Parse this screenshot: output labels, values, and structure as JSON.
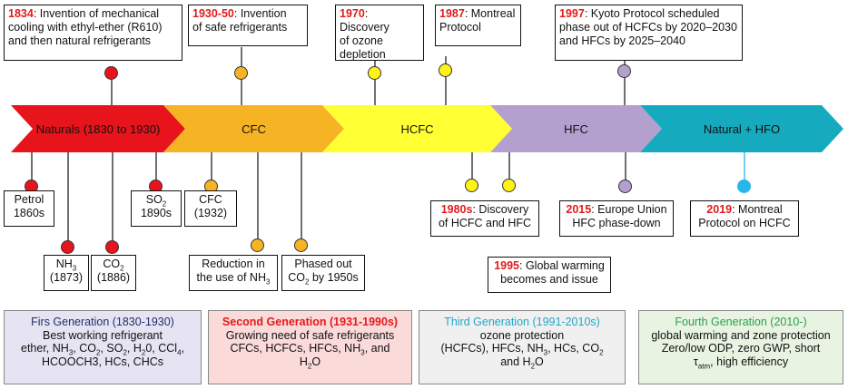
{
  "timeline": {
    "segments": [
      {
        "label": "Naturals (1830 to 1930)",
        "color": "#e8141b"
      },
      {
        "label": "CFC",
        "color": "#f6b424"
      },
      {
        "label": "HCFC",
        "color": "#ffff33"
      },
      {
        "label": "HFC",
        "color": "#b4a0cf"
      },
      {
        "label": "Natural + HFO",
        "color": "#16aabf"
      }
    ]
  },
  "top_events": {
    "e1834": {
      "year": "1834",
      "line1": ": Invention of mechanical",
      "line2": "cooling with  ethyl-ether (R610)",
      "line3": "and then natural refrigerants"
    },
    "e1930": {
      "year": "1930-50",
      "line1": ": Invention",
      "line2": "of safe refrigerants"
    },
    "e1970": {
      "year": "1970",
      "line1": ": Discovery",
      "line2": "of ozone",
      "line3": "depletion"
    },
    "e1987": {
      "year": "1987",
      "line1": ": Montreal",
      "line2": "Protocol"
    },
    "e1997": {
      "year": "1997",
      "line1": ": Kyoto Protocol scheduled",
      "line2": "phase out of HCFCs by 2020–2030",
      "line3": "and HFCs by 2025–2040"
    }
  },
  "bottom_events": {
    "petrol": {
      "line1": "Petrol",
      "line2": "1860s"
    },
    "so2": {
      "chem": "SO",
      "sub": "2",
      "line2": "1890s"
    },
    "nh3": {
      "chem": "NH",
      "sub": "3",
      "line2": "(1873)"
    },
    "co2": {
      "chem": "CO",
      "sub": "2",
      "line2": "(1886)"
    },
    "cfc": {
      "line1": "CFC",
      "line2": "(1932)"
    },
    "reduction": {
      "line1": "Reduction in",
      "line2": "the use of NH",
      "sub": "3"
    },
    "phased": {
      "line1": "Phased out",
      "line2": "CO",
      "sub": "2",
      "line2b": " by 1950s"
    },
    "e1980s": {
      "year": "1980s",
      "line1": ": Discovery",
      "line2": "of HCFC and HFC"
    },
    "e1995": {
      "year": "1995",
      "line1": ": Global warming",
      "line2": "becomes and issue"
    },
    "e2015": {
      "year": "2015",
      "line1": ": Europe Union",
      "line2": "HFC phase-down"
    },
    "e2019": {
      "year": "2019",
      "line1": ": Montreal",
      "line2": "Protocol on HCFC"
    }
  },
  "generations": {
    "g1": {
      "title": "Firs Generation (1830-1930)",
      "title_color": "#1f2f6b",
      "bg": "#e6e4f2",
      "line1": "Best working refrigerant",
      "line2a": "ether, NH",
      "line2b": ", CO",
      "line2c": ", SO",
      "line2d": ", H",
      "line2e": "0, CCl",
      "line3": "HCOOCH3, HCs, CHCs"
    },
    "g2": {
      "title": "Second Generation (1931-1990s)",
      "title_color": "#e41a1c",
      "bg": "#fbdada",
      "line1": "Growing need of safe refrigerants",
      "line2": "CFCs, HCFCs, HFCs, NH",
      "line2b": ", and",
      "line3": "H",
      "line3b": "O"
    },
    "g3": {
      "title": "Third Generation (1991-2010s)",
      "title_color": "#1fa8c9",
      "bg": "#f0f0f0",
      "line1": "ozone protection",
      "line2": "(HCFCs), HFCs, NH",
      "line2b": ", HCs, CO",
      "line3": "and H",
      "line3b": "O"
    },
    "g4": {
      "title": "Fourth Generation (2010-)",
      "title_color": "#2aa14a",
      "bg": "#e8f3e2",
      "line1": "global warming and zone protection",
      "line2": "Zero/low ODP, zero GWP, short",
      "line3a": "τ",
      "line3sub": "atm",
      "line3b": ", high efficiency"
    }
  }
}
